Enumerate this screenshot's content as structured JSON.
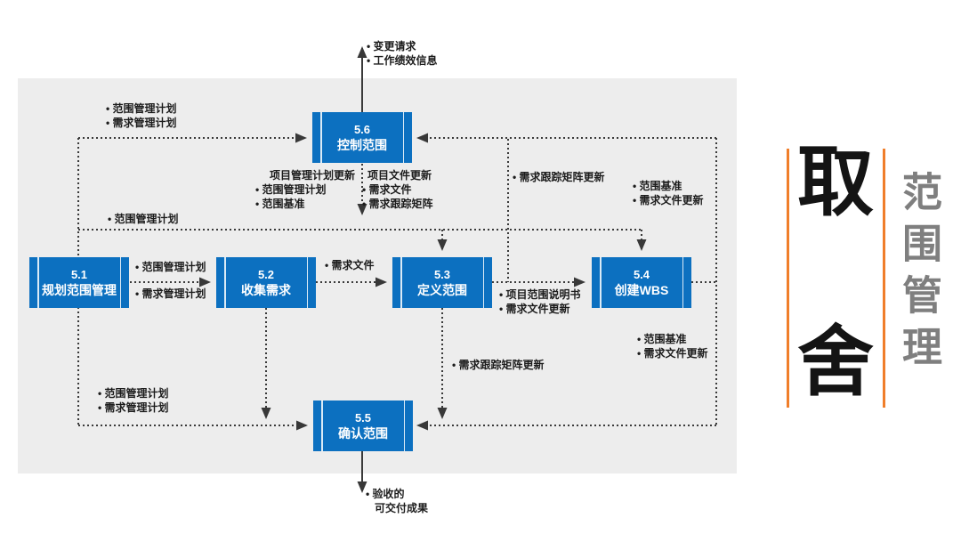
{
  "diagram": {
    "boxes": [
      {
        "num": "5.6",
        "name": "控制范围"
      },
      {
        "num": "5.1",
        "name": "规划范围管理"
      },
      {
        "num": "5.2",
        "name": "收集需求"
      },
      {
        "num": "5.3",
        "name": "定义范围"
      },
      {
        "num": "5.4",
        "name": "创建WBS"
      },
      {
        "num": "5.5",
        "name": "确认范围"
      }
    ],
    "labels": {
      "top_output": {
        "line1": "• 变更请求",
        "line2": "• 工作绩效信息"
      },
      "ctrl_in_left": {
        "line1": "• 范围管理计划",
        "line2": "• 需求管理计划"
      },
      "ctrl_out_plan": {
        "header": "项目管理计划更新",
        "line1": "• 范围管理计划",
        "line2": "• 范围基准"
      },
      "ctrl_out_doc": {
        "header": "项目文件更新",
        "line1": "• 需求文件",
        "line2": "• 需求跟踪矩阵"
      },
      "plan_mid": {
        "line1": "• 范围管理计划"
      },
      "matrix_up": {
        "line1": "• 需求跟踪矩阵更新"
      },
      "ctrl_in_right": {
        "line1": "• 范围基准",
        "line2": "• 需求文件更新"
      },
      "p51_out_top": {
        "line1": "• 范围管理计划"
      },
      "p51_out_bottom": {
        "line1": "• 需求管理计划"
      },
      "p52_out": {
        "line1": "• 需求文件"
      },
      "p53_out": {
        "line1": "• 项目范围说明书",
        "line2": "• 需求文件更新"
      },
      "matrix_down": {
        "line1": "• 需求跟踪矩阵更新"
      },
      "p55_in_right": {
        "line1": "• 范围基准",
        "line2": "• 需求文件更新"
      },
      "p55_in_left": {
        "line1": "• 范围管理计划",
        "line2": "• 需求管理计划"
      },
      "bottom_output": {
        "line1": "• 验收的",
        "line2": "可交付成果"
      }
    },
    "colors": {
      "process_fill": "#0C70C0",
      "panel_bg": "#EDEDED",
      "connector": "#3a3a3a",
      "accent_orange": "#F07E2A",
      "side_title_gray": "#7F7F7F",
      "big_char_black": "#141414"
    }
  },
  "side": {
    "char_top": "取",
    "char_bottom": "舍",
    "vertical_title": "范围管理"
  }
}
